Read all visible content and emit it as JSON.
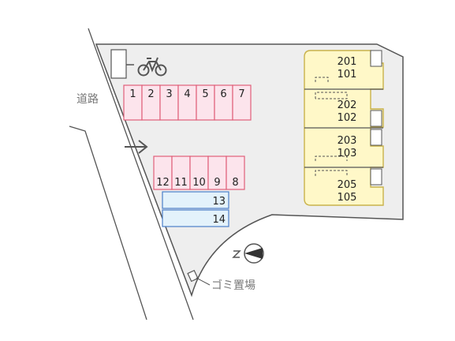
{
  "labels": {
    "road": "道路",
    "garbage": "ゴミ置場"
  },
  "icons": {
    "bicycle": "bicycle-icon",
    "arrow": "arrow-right-icon",
    "north": "north-compass-icon"
  },
  "parking": {
    "top_row": [
      "1",
      "2",
      "3",
      "4",
      "5",
      "6",
      "7"
    ],
    "middle_row": [
      "12",
      "11",
      "10",
      "9",
      "8"
    ],
    "blue_rows": [
      "13",
      "14"
    ]
  },
  "building": {
    "units": [
      {
        "upper": "201",
        "lower": "101"
      },
      {
        "upper": "202",
        "lower": "102"
      },
      {
        "upper": "203",
        "lower": "103"
      },
      {
        "upper": "205",
        "lower": "105"
      }
    ]
  },
  "colors": {
    "lot": "#eeeeee",
    "line": "#555555",
    "parking_pink_fill": "#fce4ec",
    "parking_pink_stroke": "#e0607a",
    "parking_blue_fill": "#e3f2fb",
    "parking_blue_stroke": "#4a7fc9",
    "building_fill": "#fff8c8",
    "building_stroke": "#c9b24a",
    "label_gray": "#777777"
  }
}
